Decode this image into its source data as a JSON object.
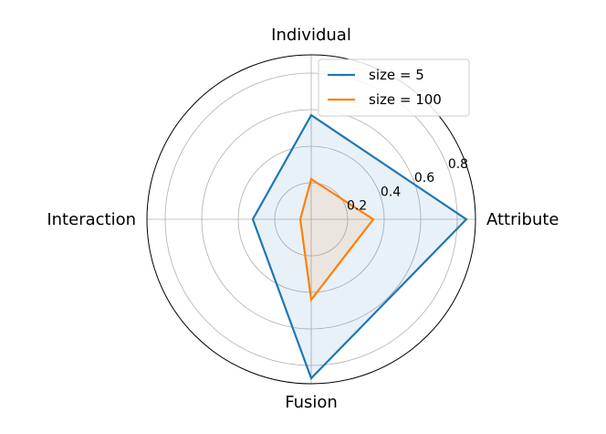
{
  "chart_data": {
    "type": "radar",
    "categories": [
      "Individual",
      "Attribute",
      "Fusion",
      "Interaction"
    ],
    "r_ticks": [
      0.2,
      0.4,
      0.6,
      0.8
    ],
    "r_tick_labels": [
      "0.2",
      "0.4",
      "0.6",
      "0.8"
    ],
    "rlim": [
      0,
      0.9
    ],
    "grid": true,
    "legend_position": "top-right",
    "series": [
      {
        "name": "size = 5",
        "color": "#1f77b4",
        "values": [
          0.57,
          0.85,
          0.87,
          0.32
        ]
      },
      {
        "name": "size = 100",
        "color": "#ff7f0e",
        "values": [
          0.22,
          0.34,
          0.44,
          0.06
        ]
      }
    ]
  }
}
